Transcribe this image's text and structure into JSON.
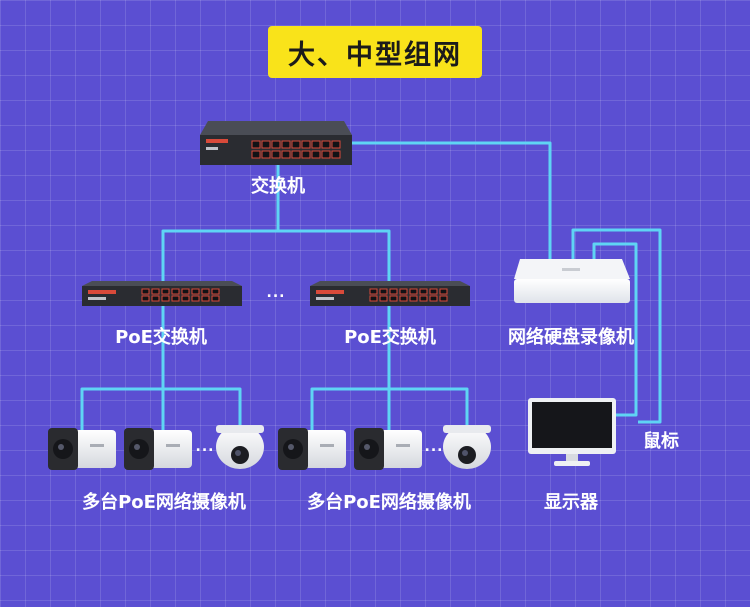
{
  "title": "大、中型组网",
  "nodes": {
    "core_switch": "交换机",
    "poe_switch_left": "PoE交换机",
    "poe_switch_right": "PoE交换机",
    "nvr": "网络硬盘录像机",
    "cameras_left": "多台PoE网络摄像机",
    "cameras_right": "多台PoE网络摄像机",
    "monitor": "显示器",
    "mouse": "鼠标"
  },
  "ellipsis": {
    "switches": "...",
    "cameras_left": "...",
    "cameras_right": "..."
  },
  "colors": {
    "background": "#5b4fd2",
    "title_bg": "#f9e31a",
    "link": "#5fd4f4",
    "text": "#ffffff"
  }
}
